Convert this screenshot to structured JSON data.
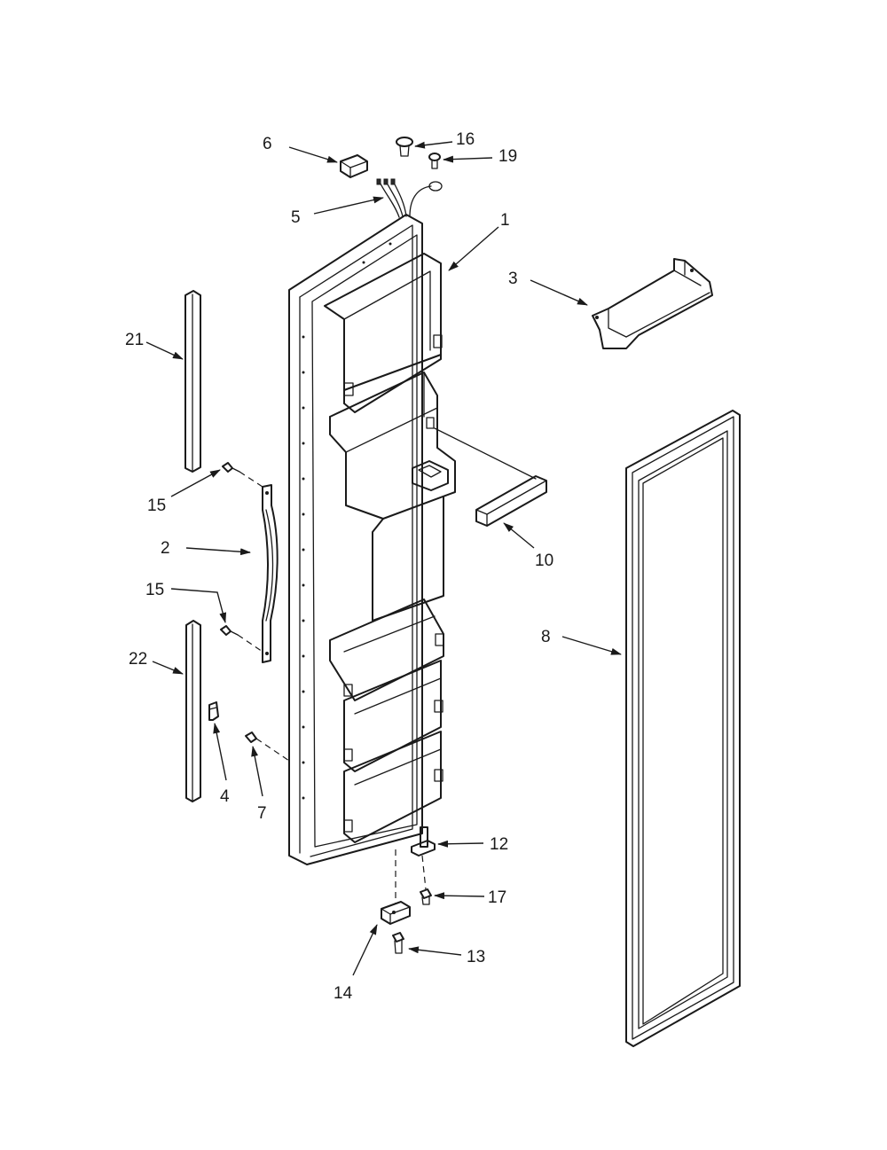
{
  "diagram": {
    "callouts": {
      "c1": "1",
      "c2": "2",
      "c3": "3",
      "c4": "4",
      "c5": "5",
      "c6": "6",
      "c7": "7",
      "c8": "8",
      "c10": "10",
      "c12": "12",
      "c13": "13",
      "c14": "14",
      "c15a": "15",
      "c15b": "15",
      "c16": "16",
      "c17": "17",
      "c19": "19",
      "c21": "21",
      "c22": "22"
    }
  }
}
